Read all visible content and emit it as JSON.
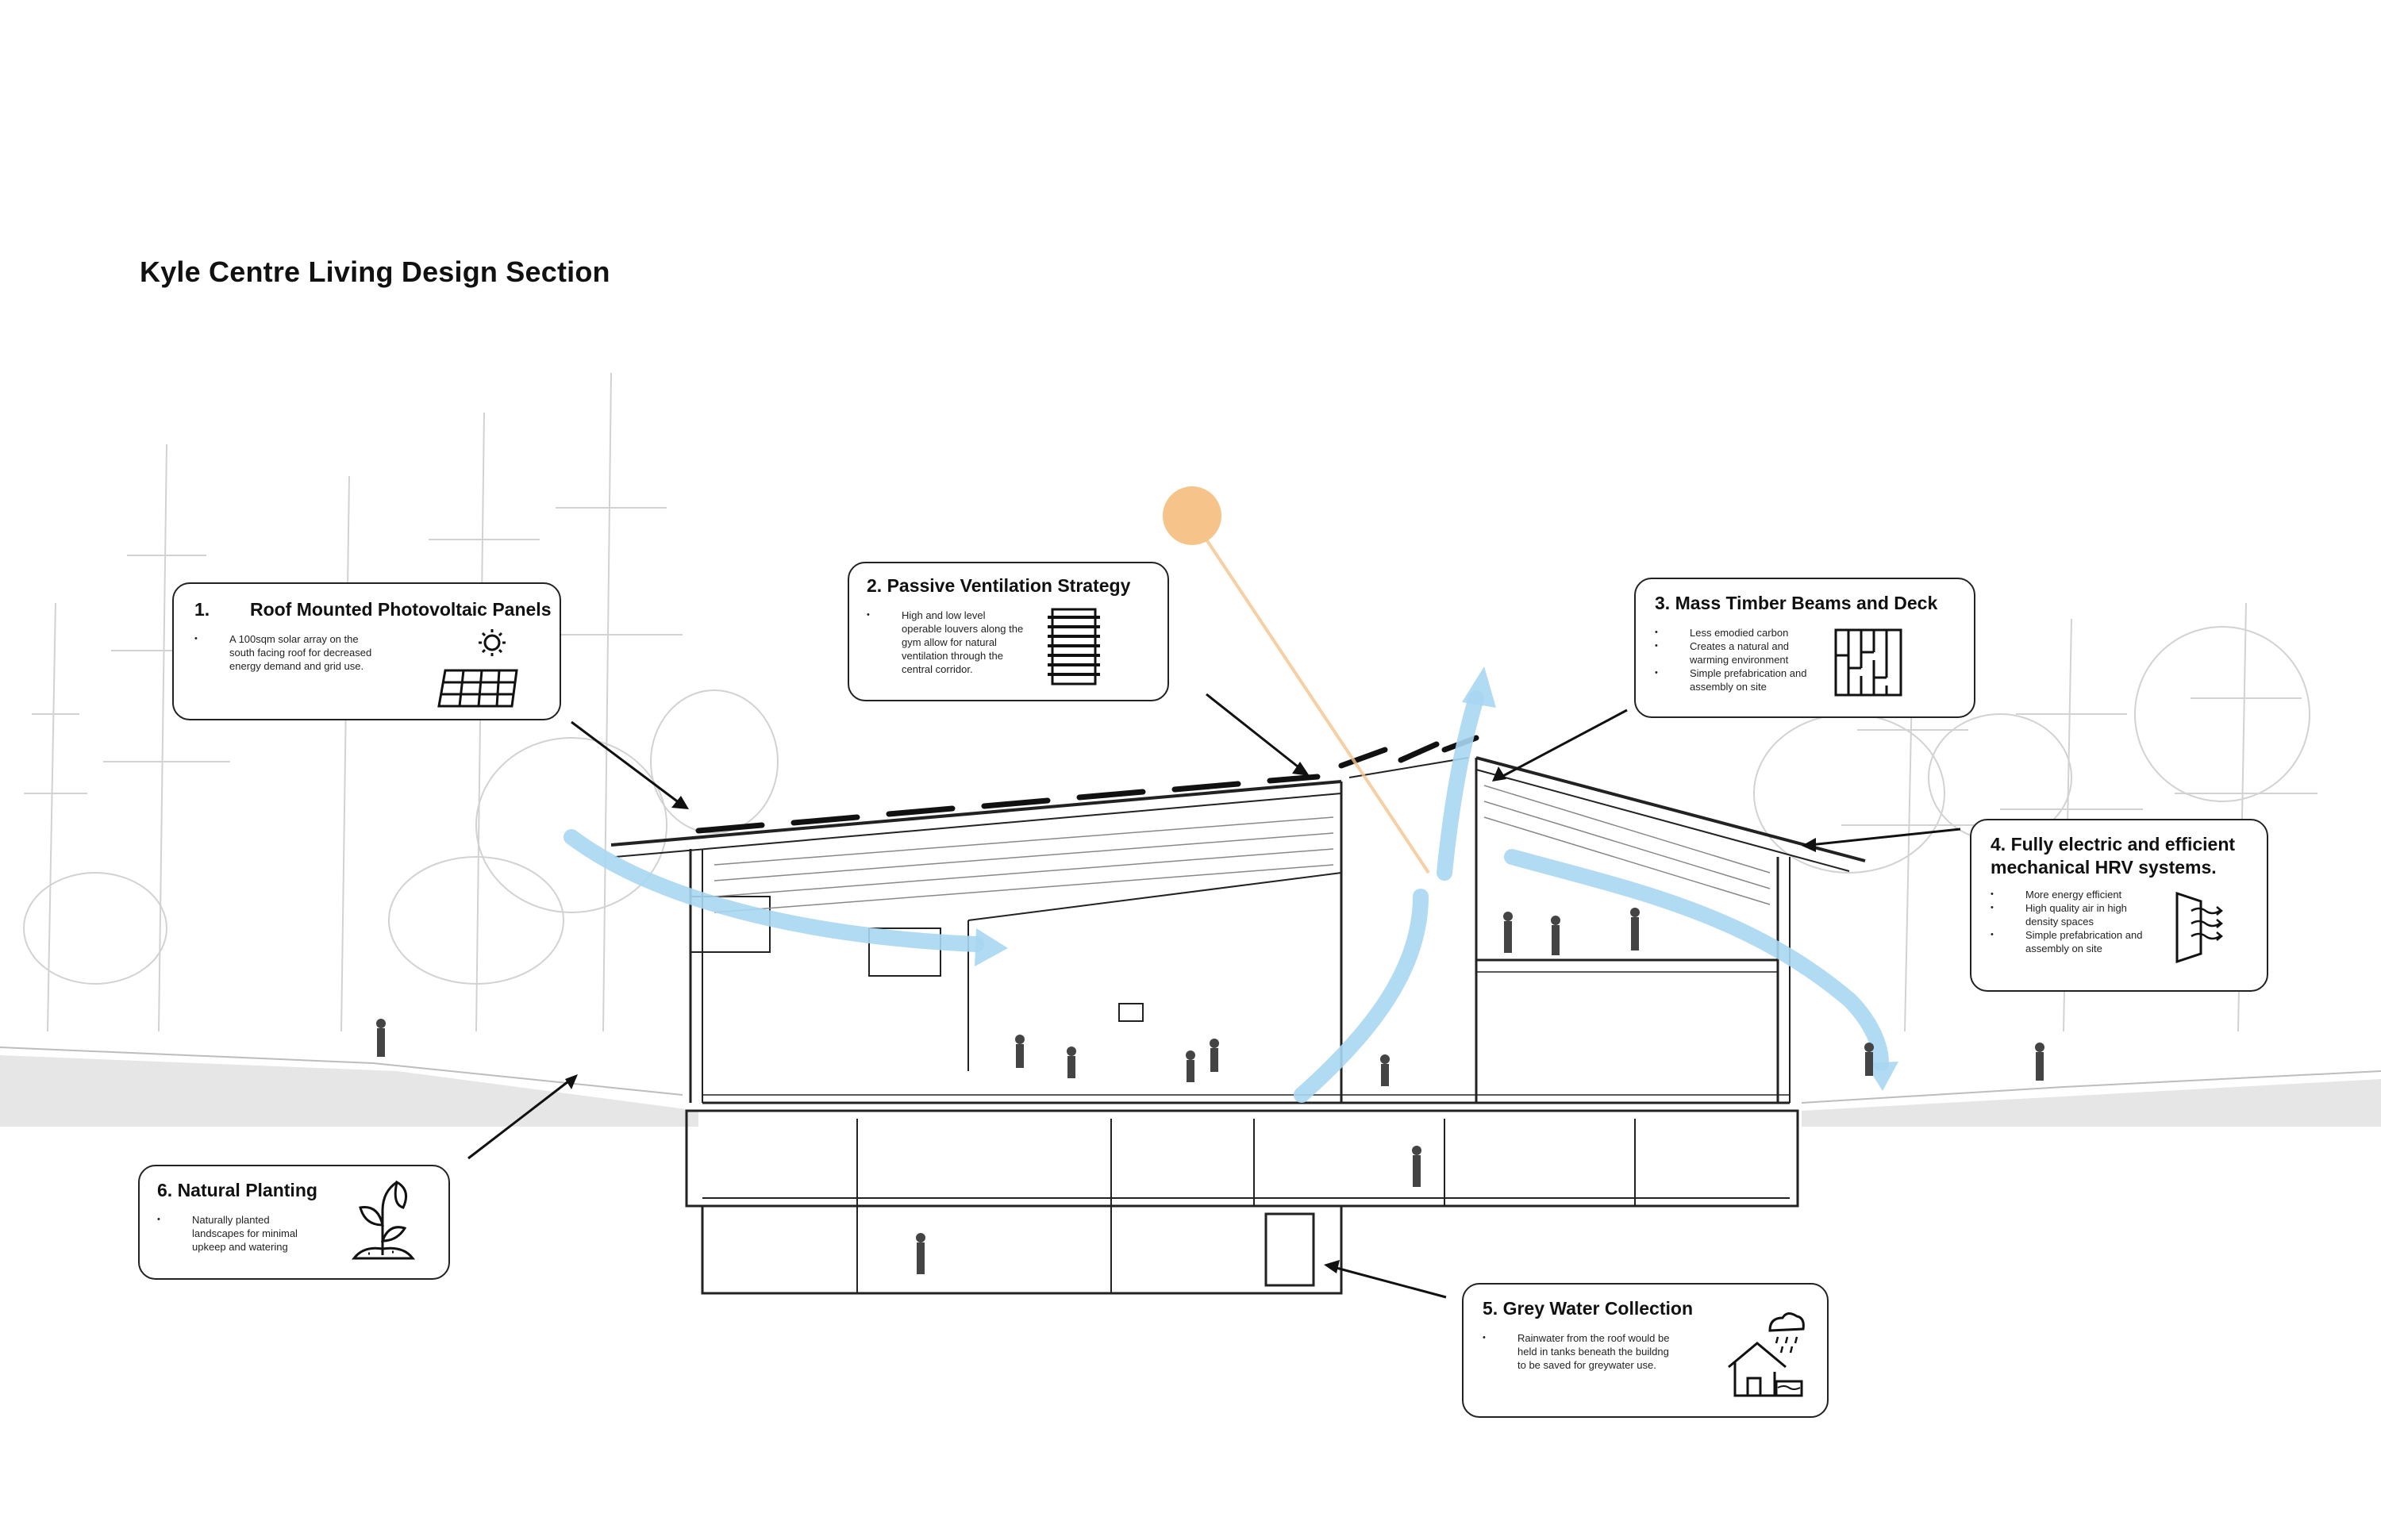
{
  "title": "Kyle Centre Living Design Section",
  "colors": {
    "sun": "#F6C48A",
    "sun_ray": "#F6C48A",
    "airflow": "#A9D6F2",
    "line": "#222222",
    "sketch": "#D2D2D2"
  },
  "callouts": [
    {
      "num": "1.",
      "heading": "Roof Mounted Photovoltaic Panels",
      "bullets": [
        "A 100sqm solar array on the south facing roof for decreased energy demand and grid use."
      ],
      "icon": "solar-panel-icon"
    },
    {
      "heading": "2. Passive Ventilation Strategy",
      "bullets": [
        "High and low level operable louvers along the gym allow for natural ventilation through the central corridor."
      ],
      "icon": "louver-icon"
    },
    {
      "heading": "3. Mass Timber Beams and Deck",
      "bullets": [
        "Less emodied carbon",
        "Creates a natural and warming environment",
        "Simple prefabrication and assembly on site"
      ],
      "icon": "timber-deck-icon"
    },
    {
      "heading": "4. Fully electric and efficient mechanical HRV systems.",
      "bullets": [
        "More energy efficient",
        "High quality air in high density spaces",
        "Simple prefabrication and assembly on site"
      ],
      "icon": "hrv-icon"
    },
    {
      "heading": "5. Grey Water Collection",
      "bullets": [
        "Rainwater from the roof would be held in tanks beneath the buildng to be saved for greywater use."
      ],
      "icon": "rain-house-icon"
    },
    {
      "heading": "6. Natural Planting",
      "bullets": [
        "Naturally planted landscapes for minimal upkeep and watering"
      ],
      "icon": "sprout-icon"
    }
  ]
}
